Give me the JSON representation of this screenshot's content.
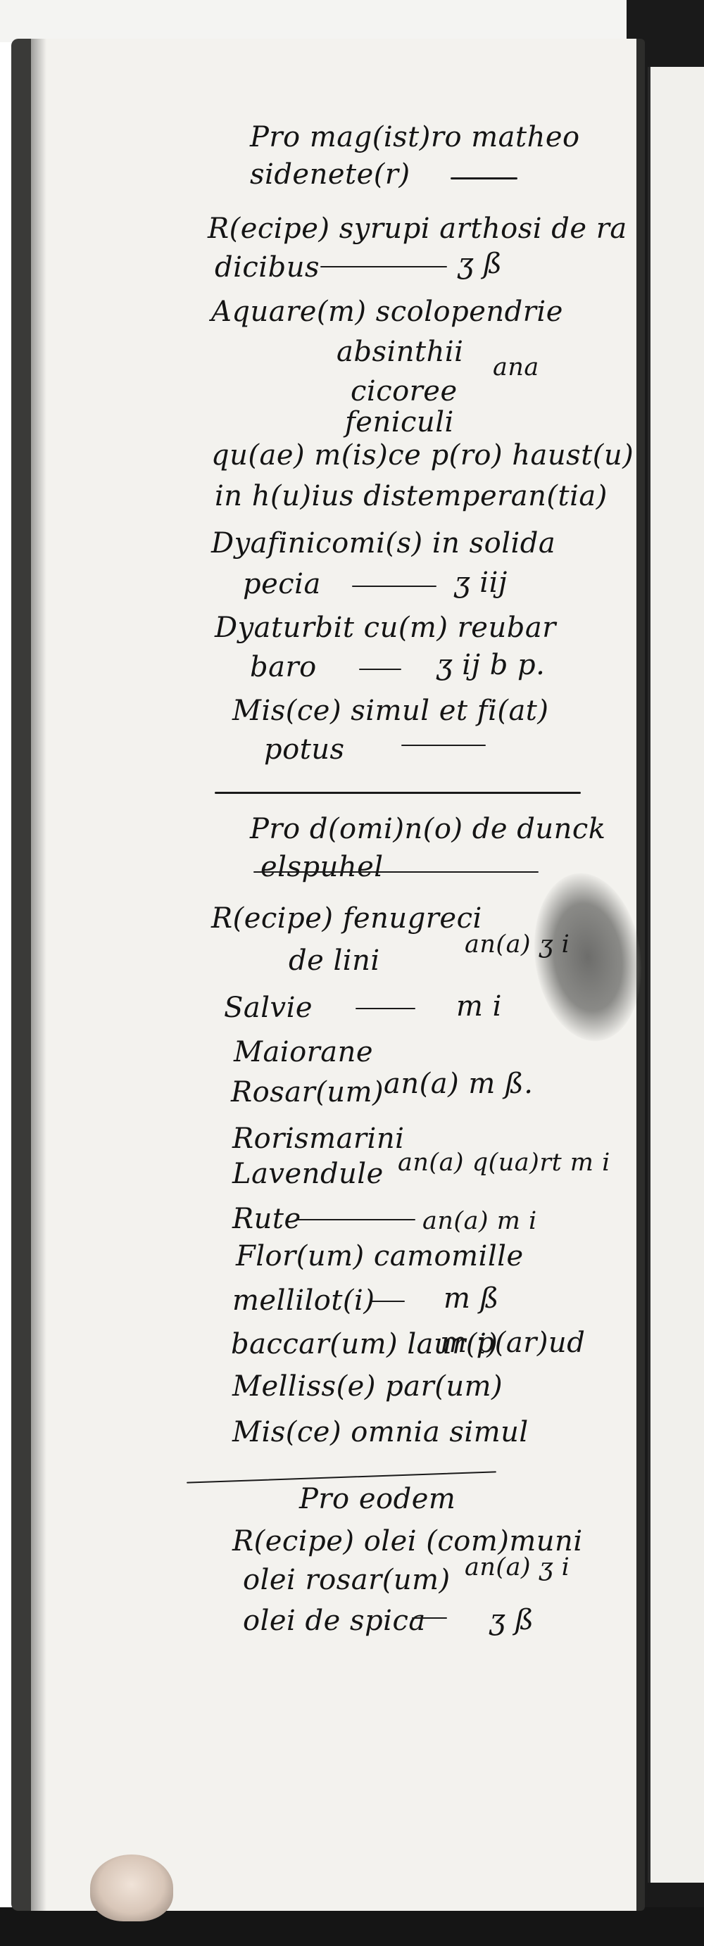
{
  "manuscript": {
    "section1": {
      "heading_line1": "Pro mag(ist)ro matheo",
      "heading_line2": "sidenete(r)",
      "lines": [
        "R(ecipe) syrupi arthosi de ra",
        "dicibus",
        "Aquare(m) scolopendrie",
        "absinthii",
        "cicoree",
        "feniculi",
        "qu(ae) m(is)ce p(ro) haust(u)",
        "in h(u)ius distemperan(tia)",
        "Dyafinicomi(s) in solida",
        "pecia",
        "Dyaturbit cu(m) reubar",
        "baro",
        "Mis(ce) simul et fi(at)",
        "potus"
      ],
      "doses": {
        "dicibus": "ʒ ß",
        "absinthii_group": "ana",
        "pecia": "ʒ iij",
        "baro": "ʒ ij b p."
      }
    },
    "section2": {
      "heading_line1": "Pro d(omi)n(o) de dunck",
      "heading_line2": "elspuhel",
      "lines": [
        "R(ecipe) fenugreci",
        "de lini",
        "Salvie",
        "Maiorane",
        "Rosar(um)",
        "Rorismarini",
        "Lavendule",
        "Rute",
        "Flor(um) camomille",
        "mellilot(i)",
        "baccar(um) laur(i)",
        "Melliss(e) par(um)",
        "Mis(ce) omnia simul"
      ],
      "doses": {
        "fenugreci_group": "an(a) ʒ i",
        "salvie": "m i",
        "rosarum": "an(a) m ß.",
        "lavendule": "an(a) q(ua)rt m i",
        "rute": "an(a) m i",
        "melliloti": "m ß",
        "baccarum": "m p(ar)ud"
      }
    },
    "section3": {
      "heading": "Pro eodem",
      "lines": [
        "R(ecipe) olei (com)muni",
        "olei rosar(um)",
        "olei de spica"
      ],
      "doses": {
        "rosarum_group": "an(a) ʒ i",
        "spica": "ʒ ß"
      }
    }
  }
}
